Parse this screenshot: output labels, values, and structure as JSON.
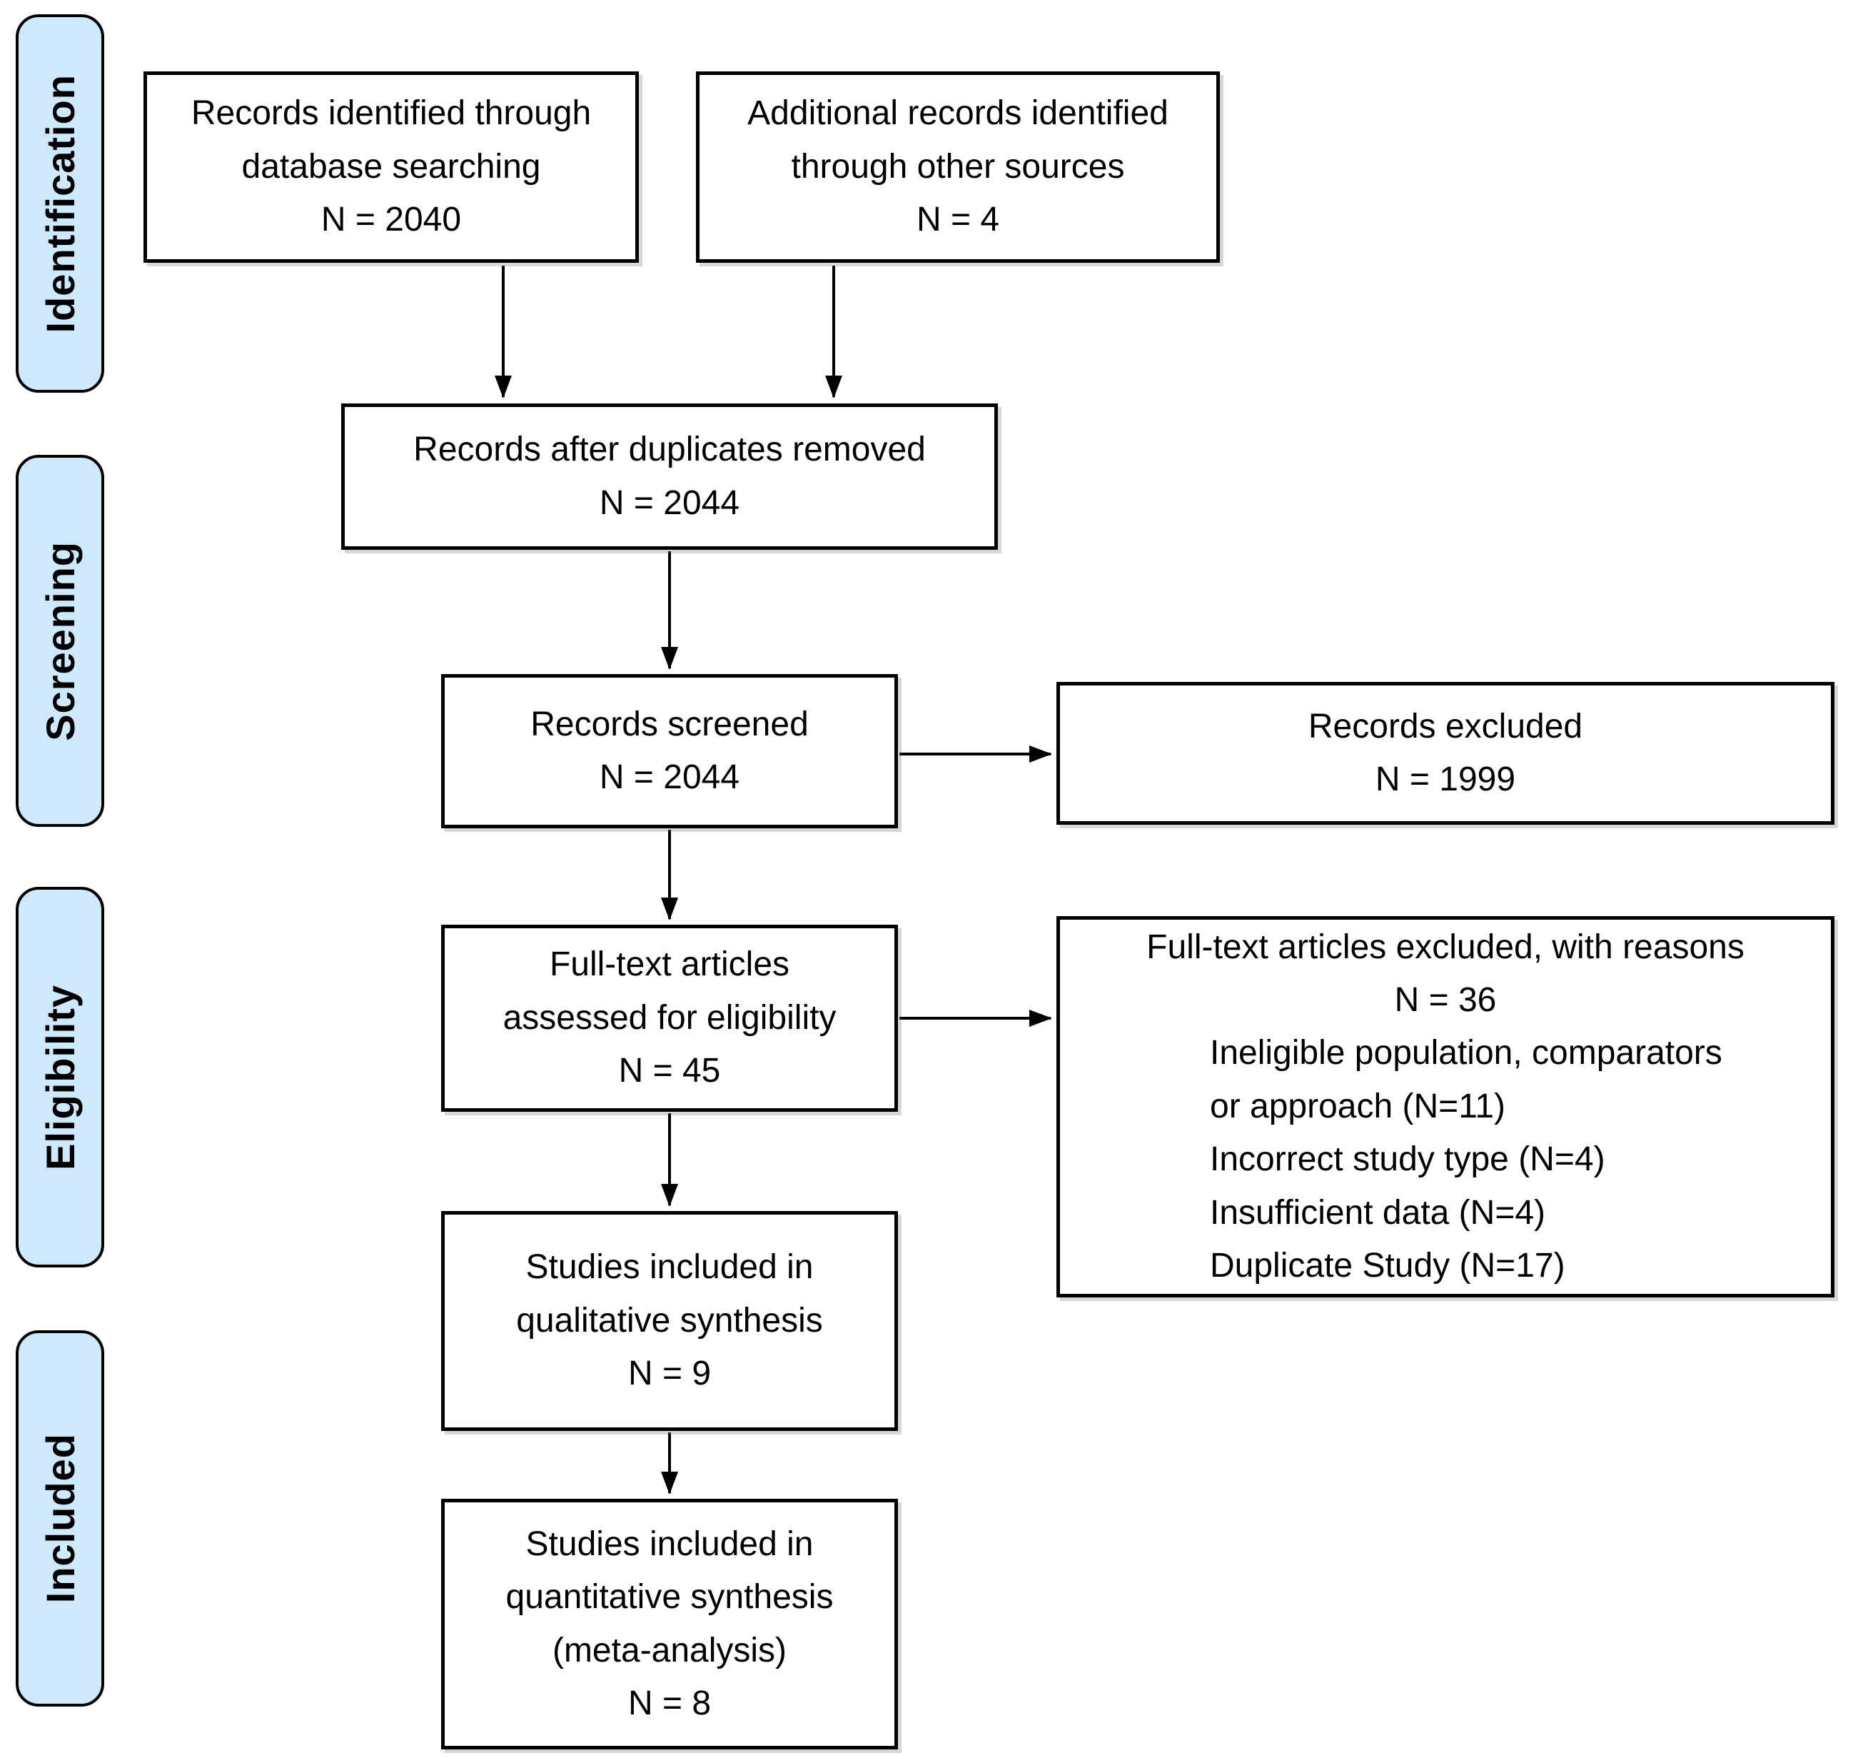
{
  "stages": [
    {
      "label": "Identification"
    },
    {
      "label": "Screening"
    },
    {
      "label": "Eligibility"
    },
    {
      "label": "Included"
    }
  ],
  "boxes": {
    "identified": {
      "lines": [
        "Records identified through",
        "database searching",
        "N = 2040"
      ]
    },
    "additional": {
      "lines": [
        "Additional records identified",
        "through other sources",
        "N = 4"
      ]
    },
    "deduplicated": {
      "lines": [
        "Records after duplicates removed",
        "N = 2044"
      ]
    },
    "screened": {
      "lines": [
        "Records screened",
        "N = 2044"
      ]
    },
    "excluded": {
      "lines": [
        "Records excluded",
        "N = 1999"
      ]
    },
    "fulltext": {
      "lines": [
        "Full-text articles",
        "assessed for eligibility",
        "N = 45"
      ]
    },
    "fulltext_excluded": {
      "header_lines": [
        "Full-text articles excluded, with reasons",
        "N = 36"
      ],
      "reason_lines": [
        "Ineligible population, comparators",
        "or approach (N=11)",
        "Incorrect study type (N=4)",
        "Insufficient data (N=4)",
        "Duplicate Study (N=17)"
      ]
    },
    "qualitative": {
      "lines": [
        "Studies included in",
        "qualitative synthesis",
        "N = 9"
      ]
    },
    "quantitative": {
      "lines": [
        "Studies included in",
        "quantitative synthesis",
        "(meta-analysis)",
        "N = 8"
      ]
    }
  },
  "colors": {
    "stage_fill": "#cde9fb",
    "stage_border": "#000000",
    "box_fill": "#ffffff",
    "box_border": "#000000",
    "arrow": "#000000",
    "text": "#000000"
  }
}
